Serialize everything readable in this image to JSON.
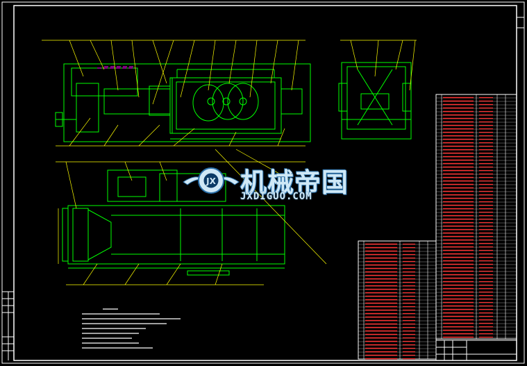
{
  "watermark": {
    "title": "机械帝国",
    "url": "JXDIGUO.COM",
    "logo_text": "JX"
  },
  "colors": {
    "background": "#000000",
    "frame": "#ffffff",
    "outline": "#00ff00",
    "leader": "#ffff00",
    "centerline": "#ff00ff",
    "table_text": "#ff3030",
    "table_line": "#ffffff",
    "watermark": "#cfe8f6"
  }
}
